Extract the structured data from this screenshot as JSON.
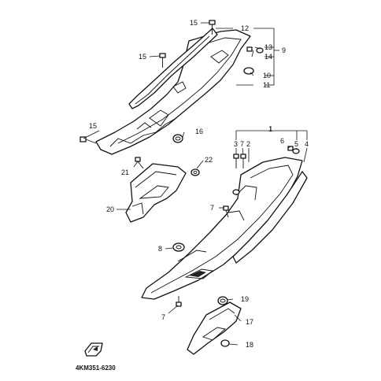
{
  "diagram": {
    "catalog_code": "4KM351-6230",
    "callouts": {
      "c1": "1",
      "c2": "2",
      "c3": "3",
      "c4": "4",
      "c5": "5",
      "c6": "6",
      "c7a": "7",
      "c7b": "7",
      "c7c": "7",
      "c8": "8",
      "c9": "9",
      "c10": "10",
      "c11": "11",
      "c12": "12",
      "c13": "13",
      "c14": "14",
      "c15a": "15",
      "c15b": "15",
      "c15c": "15",
      "c16": "16",
      "c17": "17",
      "c18": "18",
      "c19": "19",
      "c20": "20",
      "c21": "21",
      "c22": "22"
    }
  }
}
